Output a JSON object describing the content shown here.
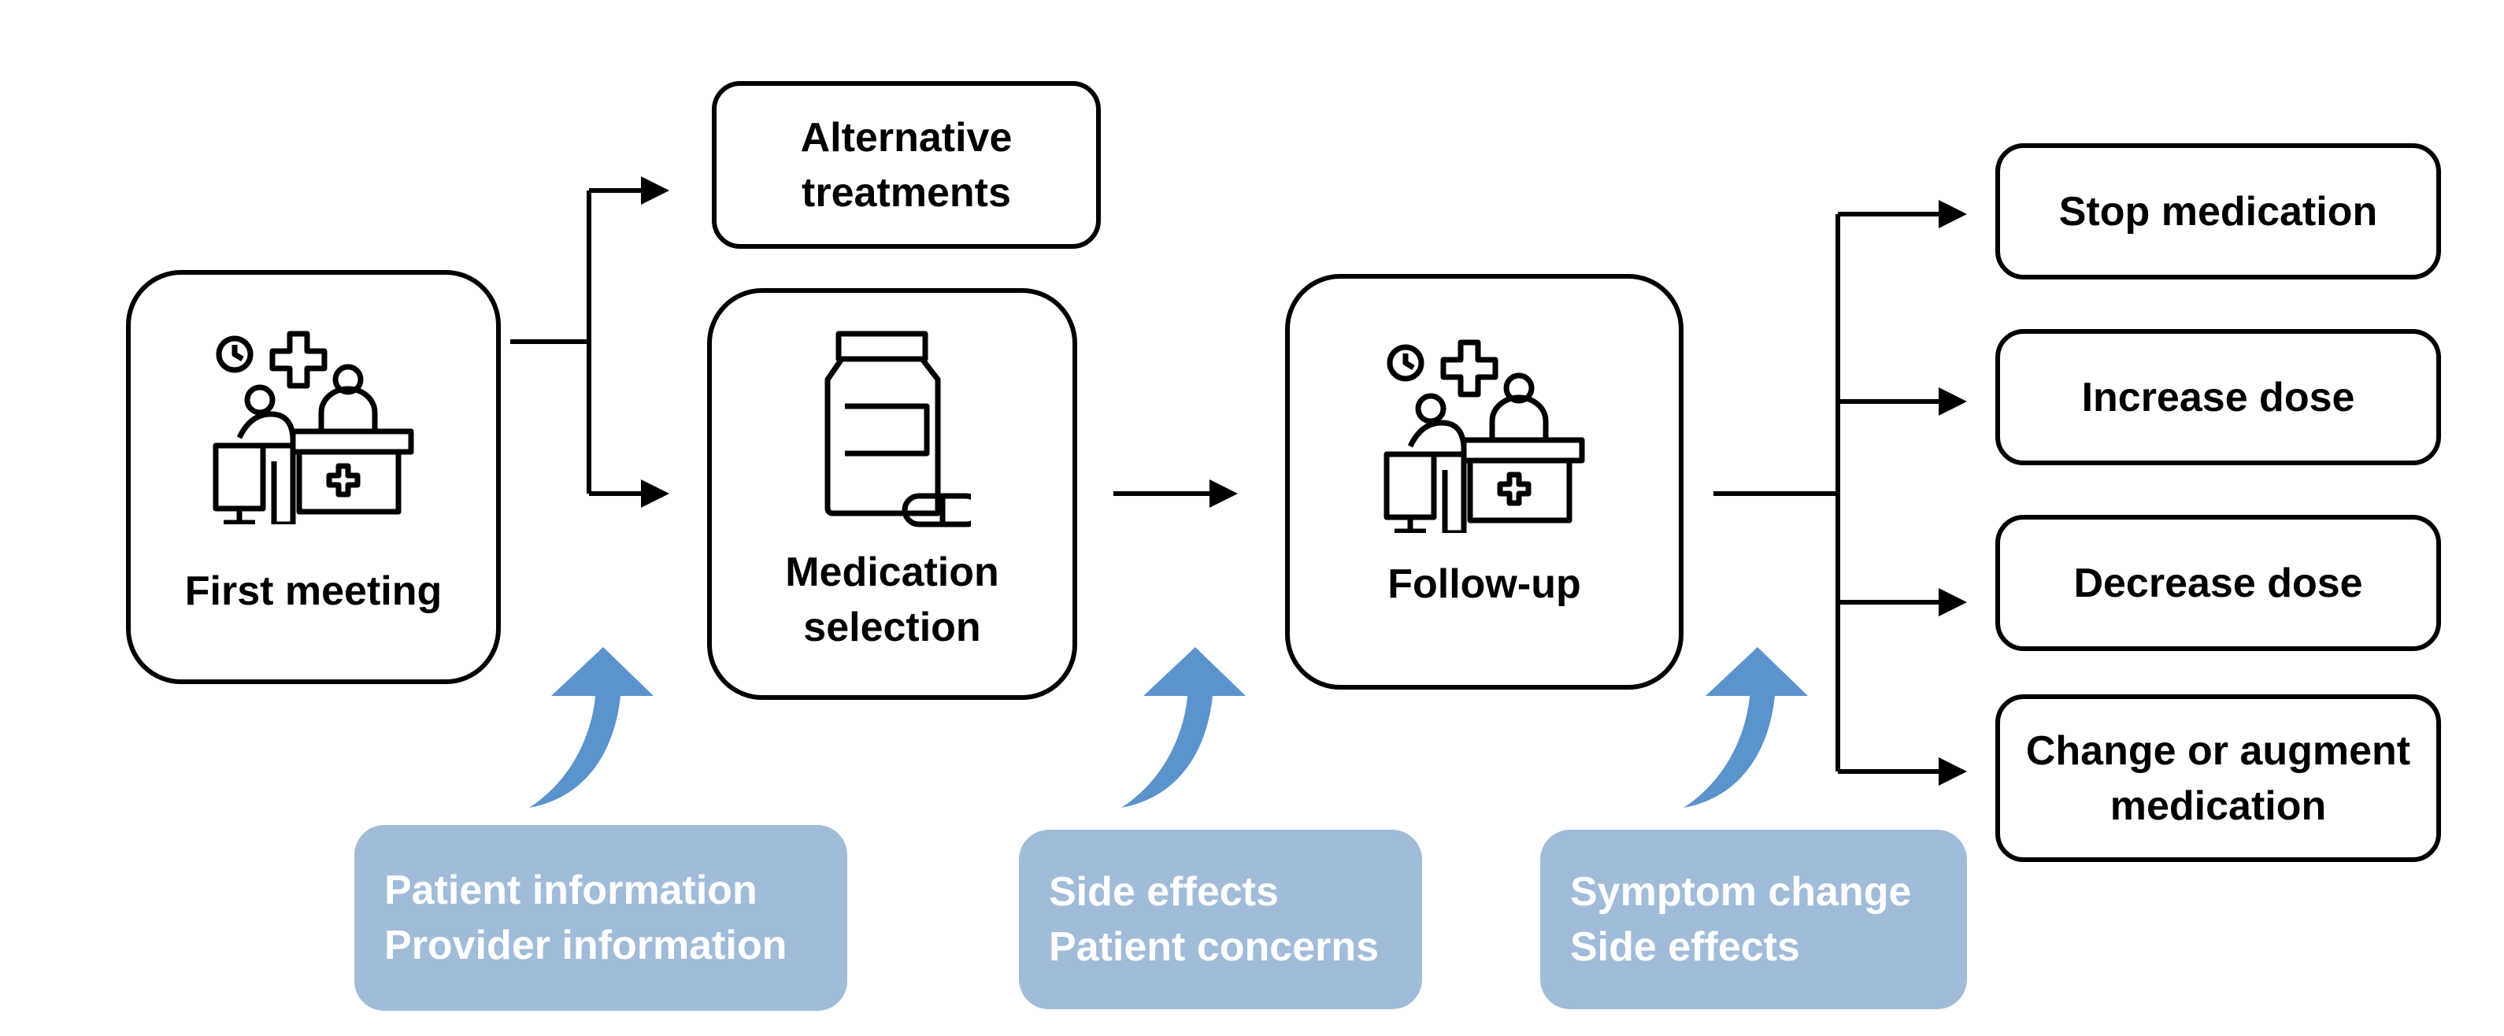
{
  "steps": {
    "first_meeting": {
      "label": "First meeting",
      "icon": "doctor-patient-desk-icon"
    },
    "alternative": {
      "label": "Alternative\ntreatments"
    },
    "medication_selection": {
      "label": "Medication\nselection",
      "icon": "medicine-bottle-icon"
    },
    "follow_up": {
      "label": "Follow-up",
      "icon": "doctor-patient-desk-icon"
    }
  },
  "outcomes": [
    {
      "label": "Stop medication"
    },
    {
      "label": "Increase dose"
    },
    {
      "label": "Decrease dose"
    },
    {
      "label": "Change or augment\nmedication"
    }
  ],
  "inputs": [
    {
      "lines": [
        "Patient information",
        "Provider information"
      ]
    },
    {
      "lines": [
        "Side effects",
        "Patient concerns"
      ]
    },
    {
      "lines": [
        "Symptom change",
        "Side effects"
      ]
    }
  ],
  "colors": {
    "input_box": "#a0bcd8",
    "input_arrow": "#5b93cd",
    "stroke": "#000000"
  }
}
